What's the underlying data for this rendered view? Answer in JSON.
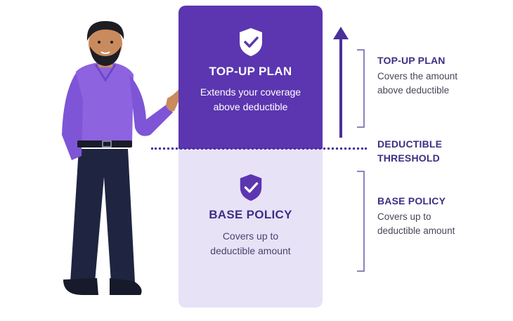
{
  "colors": {
    "top_block": "#5b36b0",
    "base_block": "#e8e2f7",
    "accent_text": "#3e2f86",
    "shirt": "#8d63e0",
    "trousers": "#1f2540"
  },
  "icons": {
    "top_shield": "shield-check-icon",
    "base_shield": "shield-check-icon",
    "arrow": "arrow-up-icon"
  },
  "top_block": {
    "title": "TOP-UP PLAN",
    "description": "Extends your coverage above deductible"
  },
  "base_block": {
    "title": "BASE POLICY",
    "description": "Covers up to deductible amount"
  },
  "labels": {
    "top_up": {
      "title": "TOP-UP PLAN",
      "line1": "Covers the amount",
      "line2": "above deductible"
    },
    "threshold": {
      "line1": "DEDUCTIBLE",
      "line2": "THRESHOLD"
    },
    "base": {
      "title": "BASE POLICY",
      "line1": "Covers up to",
      "line2": "deductible amount"
    }
  }
}
